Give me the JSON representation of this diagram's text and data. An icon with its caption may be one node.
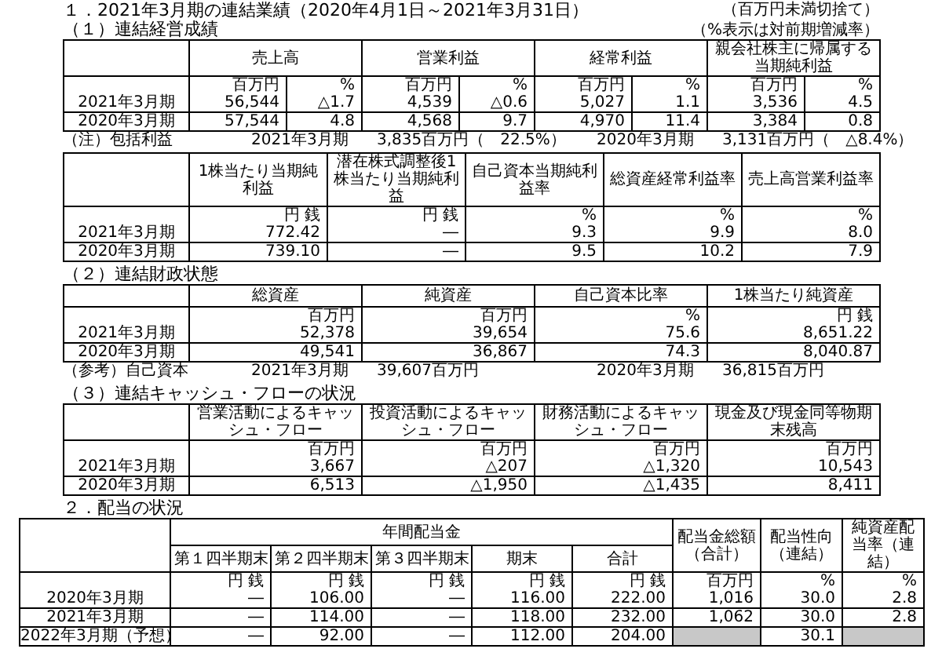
{
  "diagram": {
    "labels": [
      "１．2021年3月期の連結業績（2020年4月1日～2021年3月31日）",
      "（百万円未満切捨て）",
      "（１）連結経営成績",
      "（%表示は対前期増減率）",
      "売上高",
      "営業利益",
      "経常利益",
      "親会社株主に帰属する当期純利益",
      "百万円",
      "%",
      "百万円",
      "%",
      "百万円",
      "%",
      "百万円",
      "%",
      "2021年3月期",
      "56,544",
      "△1.7",
      "4,539",
      "△0.6",
      "5,027",
      "1.1",
      "3,536",
      "4.5",
      "2020年3月期",
      "57,544",
      "4.8",
      "4,568",
      "9.7",
      "4,970",
      "11.4",
      "3,384",
      "0.8",
      "（注）包括利益",
      "2021年3月期",
      "3,835百万円（　22.5%）",
      "2020年3月期",
      "3,131百万円（　△8.4%）",
      "1株当たり当期純利益",
      "潜在株式調整後1株当たり当期純利益",
      "自己資本当期純利益率",
      "総資産経常利益率",
      "売上高営業利益率",
      "円 銭",
      "円 銭",
      "%",
      "%",
      "%",
      "2021年3月期",
      "772.42",
      "―",
      "9.3",
      "9.9",
      "8.0",
      "2020年3月期",
      "739.10",
      "―",
      "9.5",
      "10.2",
      "7.9",
      "（２）連結財政状態",
      "総資産",
      "純資産",
      "自己資本比率",
      "1株当たり純資産",
      "百万円",
      "百万円",
      "%",
      "円 銭",
      "2021年3月期",
      "52,378",
      "39,654",
      "75.6",
      "8,651.22",
      "2020年3月期",
      "49,541",
      "36,867",
      "74.3",
      "8,040.87",
      "（参考）自己資本",
      "2021年3月期",
      "39,607百万円",
      "2020年3月期",
      "36,815百万円",
      "（３）連結キャッシュ・フローの状況",
      "営業活動によるキャッシュ・フロー",
      "投資活動によるキャッシュ・フロー",
      "財務活動によるキャッシュ・フロー",
      "現金及び現金同等物期末残高",
      "百万円",
      "百万円",
      "百万円",
      "百万円",
      "2021年3月期",
      "3,667",
      "△207",
      "△1,320",
      "10,543",
      "2020年3月期",
      "6,513",
      "△1,950",
      "△1,435",
      "8,411",
      "２．配当の状況",
      "年間配当金",
      "配当金総額（合計）",
      "配当性向（連結）",
      "純資産配当率（連結）",
      "第１四半期末",
      "第２四半期末",
      "第３四半期末",
      "期末",
      "合計",
      "円 銭",
      "円 銭",
      "円 銭",
      "円 銭",
      "円 銭",
      "百万円",
      "%",
      "%",
      "2020年3月期",
      "―",
      "106.00",
      "―",
      "116.00",
      "222.00",
      "1,016",
      "30.0",
      "2.8",
      "2021年3月期",
      "―",
      "114.00",
      "―",
      "118.00",
      "232.00",
      "1,062",
      "30.0",
      "2.8",
      "2022年3月期（予想）",
      "―",
      "92.00",
      "―",
      "112.00",
      "204.00",
      "30.1"
    ]
  }
}
